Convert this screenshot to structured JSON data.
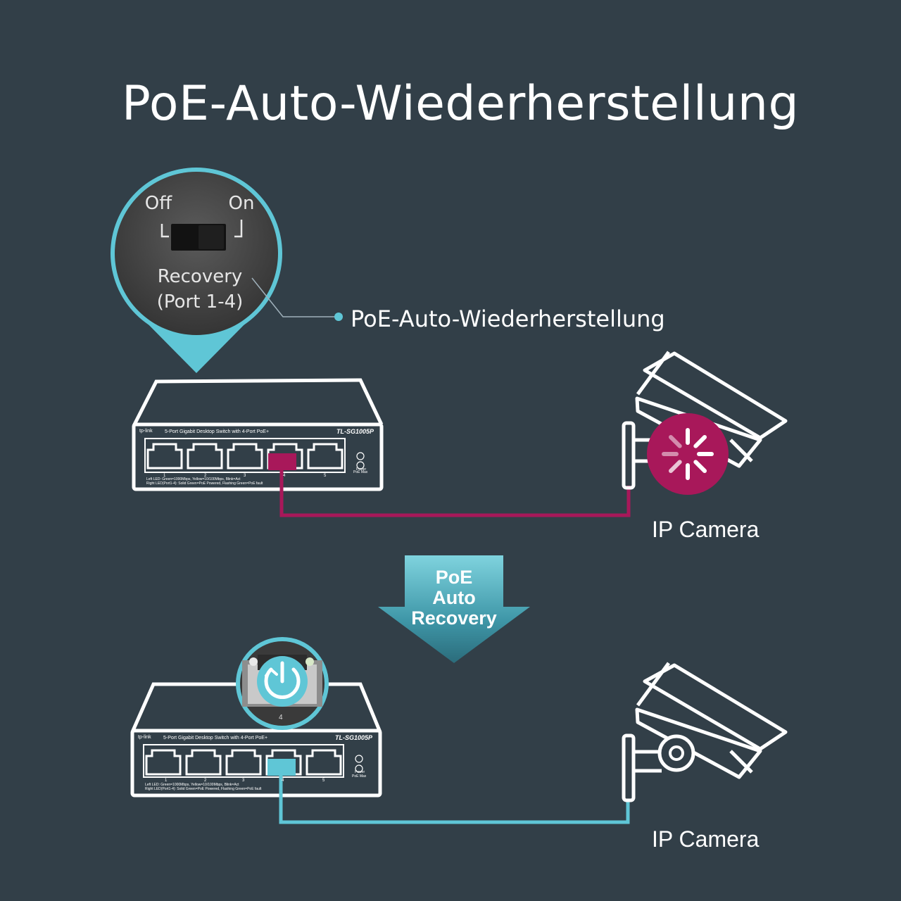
{
  "title": "PoE-Auto-Wiederherstellung",
  "callout": {
    "label": "PoE-Auto-Wiederherstellung",
    "switch_off": "Off",
    "switch_on": "On",
    "switch_name": "Recovery",
    "switch_ports": "(Port 1-4)"
  },
  "device": {
    "brand": "tp-link",
    "description": "5-Port Gigabit Desktop Switch with 4-Port PoE+",
    "model": "TL-SG1005P",
    "port_numbers": [
      "1",
      "2",
      "3",
      "4",
      "5"
    ],
    "led_power": "Power",
    "led_poe_max": "PoE Max",
    "legend_line1": "Left LED:   Green=1000Mbps, Yellow=10/100Mbps, Blink=Act",
    "legend_line2": "Right LED(Port1-4):   Solid Green=PoE Powered, Flashing Green=PoE fault",
    "zoom_port_number": "4"
  },
  "arrow": {
    "line1": "PoE",
    "line2": "Auto",
    "line3": "Recovery"
  },
  "camera_top": {
    "label": "IP Camera"
  },
  "camera_bottom": {
    "label": "IP Camera"
  },
  "colors": {
    "background": "#323f48",
    "fault": "#a8185a",
    "ok": "#5fc6d6",
    "outline": "#ffffff"
  }
}
